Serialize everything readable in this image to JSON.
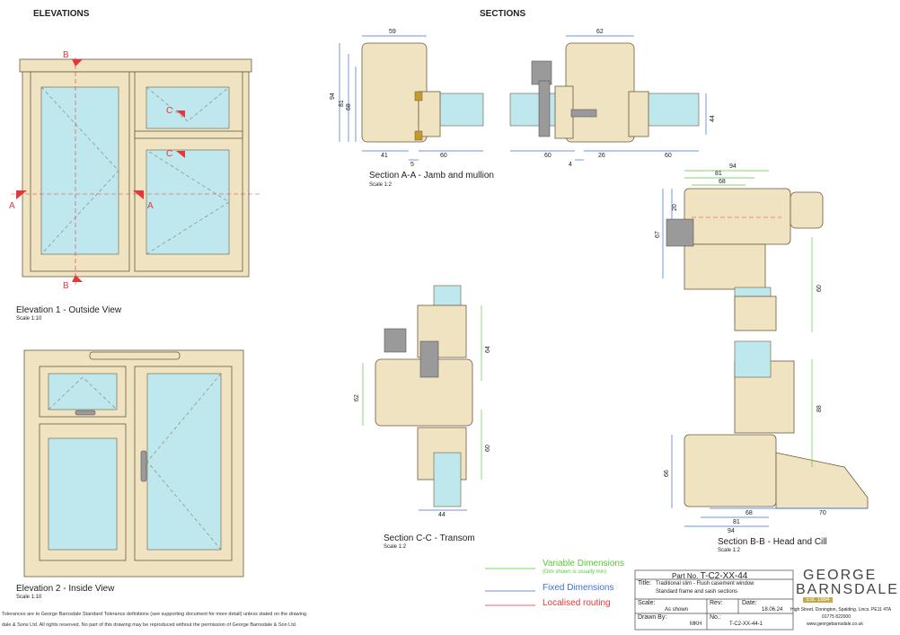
{
  "headers": {
    "elevations": "ELEVATIONS",
    "sections": "SECTIONS"
  },
  "captions": {
    "elev1": "Elevation 1 - Outside View",
    "elev1_scale": "Scale 1:10",
    "elev2": "Elevation 2 - Inside View",
    "elev2_scale": "Scale 1:10",
    "secAA": "Section A-A - Jamb and mullion",
    "secAA_scale": "Scale 1:2",
    "secCC": "Section C-C - Transom",
    "secCC_scale": "Scale 1:2",
    "secBB": "Section B-B - Head and Cill",
    "secBB_scale": "Scale 1:2"
  },
  "markers": {
    "a": "A",
    "b": "B",
    "c": "C"
  },
  "dims": {
    "aa": [
      "59",
      "94",
      "81",
      "68",
      "41",
      "5",
      "60",
      "62",
      "60",
      "4",
      "26",
      "60",
      "44"
    ],
    "cc": [
      "64",
      "62",
      "60",
      "44"
    ],
    "bb": [
      "94",
      "81",
      "68",
      "20",
      "67",
      "60",
      "88",
      "66",
      "68",
      "81",
      "94",
      "70"
    ]
  },
  "legend": {
    "variable": "Variable Dimensions",
    "variable_sub": "(Dim shown is usually min)",
    "fixed": "Fixed Dimensions",
    "routing": "Localised routing",
    "colors": {
      "variable": "#5ac83a",
      "fixed": "#3a6fd8",
      "routing": "#e0393d"
    }
  },
  "titleblock": {
    "part_label": "Part No.",
    "part_no": "T-C2-XX-44",
    "title_label": "Title:",
    "title_line1": "Traditional slim - Flush casement window",
    "title_line2": "Standard frame and sash sections",
    "scale_label": "Scale:",
    "scale_value": "As shown",
    "rev_label": "Rev:",
    "date_label": "Date:",
    "date_value": "18.06.24",
    "drawn_label": "Drawn By:",
    "drawn_value": "MKH",
    "no_label": "No.:",
    "no_value": "T-C2-XX-44-1"
  },
  "company": {
    "name1": "GEORGE",
    "name2": "BARNSDALE",
    "est": "Est. 1884",
    "address": "High Street, Donington, Spalding, Lincs. PE11 4TA",
    "phone": "01775 822000",
    "web": "www.georgebarnsdale.co.uk"
  },
  "notices": {
    "line1": "Tolerances are to George Barnsdale Standard Tolerance definitions (see supporting document for more detail) unless stated on the drawing.",
    "line2": "dale & Sons Ltd. All rights reserved. No part of this drawing may be reproduced without the permission of George Barnsdale & Son Ltd."
  },
  "colors": {
    "timber": "#efe3c2",
    "glass": "#bfe8ee",
    "outline": "#6b5a3a"
  }
}
